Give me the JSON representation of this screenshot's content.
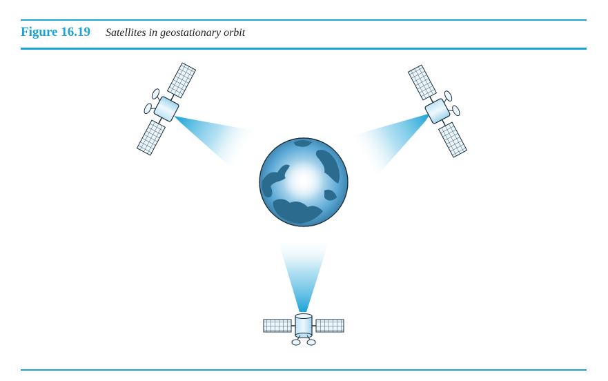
{
  "figure": {
    "label": "Figure 16.19",
    "title": "Satellites in geostationary orbit"
  },
  "colors": {
    "accent": "#1aa3d6",
    "beam": "#2fb4e6",
    "ocean": "#5aa9d6",
    "land": "#2b6c8e",
    "panel": "#eaf6fc",
    "outline": "#1b2e3a"
  },
  "diagram": {
    "central_body": "earth-globe",
    "satellite_count": 3
  }
}
